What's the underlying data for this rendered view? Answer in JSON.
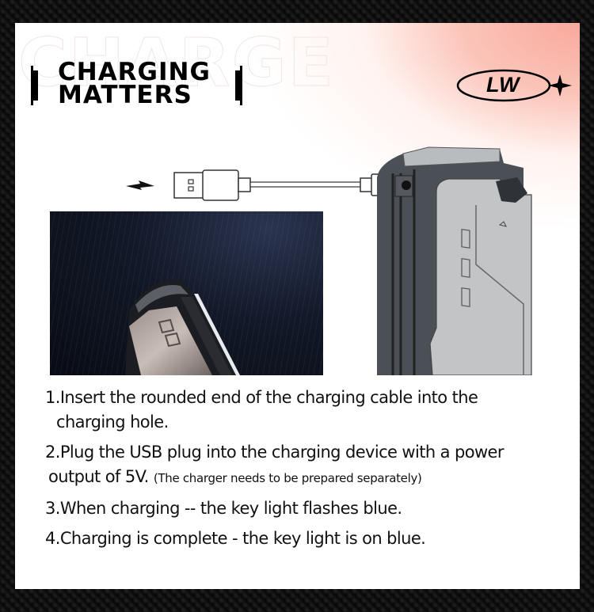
{
  "header": {
    "background_word": "CHARGE",
    "title_line1": "CHARGING",
    "title_line2": "MATTERS",
    "bracket_open": "【",
    "bracket_close": "】"
  },
  "logo": {
    "text": "LW",
    "icon": "four-point-star-icon"
  },
  "illustration": {
    "bolt_icon": "lightning-bolt-icon",
    "cable_icon": "usb-cable-icon",
    "device": "flashlight-charging-port-diagram",
    "photo": "flashlight-head-photo"
  },
  "instructions": [
    {
      "line1": "1.Insert the rounded end of the charging cable into the",
      "line2": "charging hole.",
      "note": ""
    },
    {
      "line1": "2.Plug the USB plug into the charging device with a power",
      "line2": "output of 5V.",
      "note": "(The charger needs to be prepared separately)"
    },
    {
      "line1": "3.When charging -- the key light flashes blue.",
      "line2": "",
      "note": ""
    },
    {
      "line1": "4.Charging is complete - the key light is on blue.",
      "line2": "",
      "note": ""
    }
  ],
  "colors": {
    "frame": "#0d0d0d",
    "panel": "#ffffff",
    "accent_gradient": "#f9a99c",
    "text": "#111111",
    "device_dark": "#4a4f55",
    "device_light": "#c4c4c4"
  }
}
